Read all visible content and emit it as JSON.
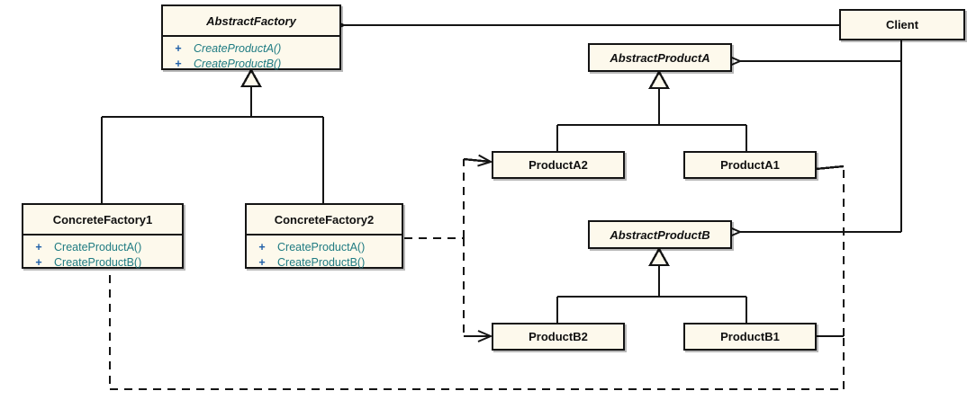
{
  "diagram": {
    "title": "Abstract Factory pattern class diagram",
    "colors": {
      "node_fill": "#fdf9ec",
      "node_border": "#141414",
      "class_name": "#101010",
      "operation": "#1f7b82",
      "visibility": "#1f5fa8",
      "line": "#141414",
      "background": "#ffffff"
    },
    "nodes": [
      {
        "id": "abstract-factory",
        "name": "AbstractFactory",
        "abstract": true,
        "operations": [
          {
            "visibility": "+",
            "signature": "CreateProductA()",
            "abstract": true
          },
          {
            "visibility": "+",
            "signature": "CreateProductB()",
            "abstract": true
          }
        ]
      },
      {
        "id": "concrete-factory1",
        "name": "ConcreteFactory1",
        "abstract": false,
        "operations": [
          {
            "visibility": "+",
            "signature": "CreateProductA()",
            "abstract": false
          },
          {
            "visibility": "+",
            "signature": "CreateProductB()",
            "abstract": false
          }
        ]
      },
      {
        "id": "concrete-factory2",
        "name": "ConcreteFactory2",
        "abstract": false,
        "operations": [
          {
            "visibility": "+",
            "signature": "CreateProductA()",
            "abstract": false
          },
          {
            "visibility": "+",
            "signature": "CreateProductB()",
            "abstract": false
          }
        ]
      },
      {
        "id": "abstract-product-a",
        "name": "AbstractProductA",
        "abstract": true,
        "operations": []
      },
      {
        "id": "product-a2",
        "name": "ProductA2",
        "abstract": false,
        "operations": []
      },
      {
        "id": "product-a1",
        "name": "ProductA1",
        "abstract": false,
        "operations": []
      },
      {
        "id": "abstract-product-b",
        "name": "AbstractProductB",
        "abstract": true,
        "operations": []
      },
      {
        "id": "product-b2",
        "name": "ProductB2",
        "abstract": false,
        "operations": []
      },
      {
        "id": "product-b1",
        "name": "ProductB1",
        "abstract": false,
        "operations": []
      },
      {
        "id": "client",
        "name": "Client",
        "abstract": false,
        "operations": []
      }
    ],
    "relationships": [
      {
        "type": "generalization",
        "from": "ConcreteFactory1",
        "to": "AbstractFactory"
      },
      {
        "type": "generalization",
        "from": "ConcreteFactory2",
        "to": "AbstractFactory"
      },
      {
        "type": "generalization",
        "from": "ProductA2",
        "to": "AbstractProductA"
      },
      {
        "type": "generalization",
        "from": "ProductA1",
        "to": "AbstractProductA"
      },
      {
        "type": "generalization",
        "from": "ProductB2",
        "to": "AbstractProductB"
      },
      {
        "type": "generalization",
        "from": "ProductB1",
        "to": "AbstractProductB"
      },
      {
        "type": "association",
        "from": "Client",
        "to": "AbstractFactory"
      },
      {
        "type": "association",
        "from": "Client",
        "to": "AbstractProductA"
      },
      {
        "type": "association",
        "from": "Client",
        "to": "AbstractProductB"
      },
      {
        "type": "dependency",
        "from": "ConcreteFactory2",
        "to": "ProductA2"
      },
      {
        "type": "dependency",
        "from": "ConcreteFactory2",
        "to": "ProductB2"
      },
      {
        "type": "dependency",
        "from": "ConcreteFactory1",
        "to": "ProductA1"
      },
      {
        "type": "dependency",
        "from": "ConcreteFactory1",
        "to": "ProductB1"
      }
    ]
  }
}
